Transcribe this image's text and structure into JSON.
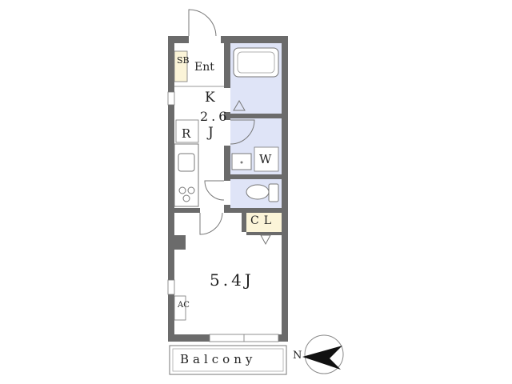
{
  "rooms": {
    "entrance": "Ent",
    "kitchen_k": "K",
    "kitchen_size": "2.6",
    "kitchen_j": "J",
    "refrigerator": "R",
    "washer": "W",
    "closet": "CL",
    "main_room": "5.4J",
    "air_conditioner": "AC",
    "shoe_box": "SB",
    "balcony": "Balcony"
  },
  "compass": {
    "label": "N"
  },
  "colors": {
    "wall": "#6b6b6b",
    "wet_area": "#dfe4f7",
    "closet_area": "#fbf4d8",
    "room_floor": "#ffffff",
    "fixture_stroke": "#777777"
  }
}
